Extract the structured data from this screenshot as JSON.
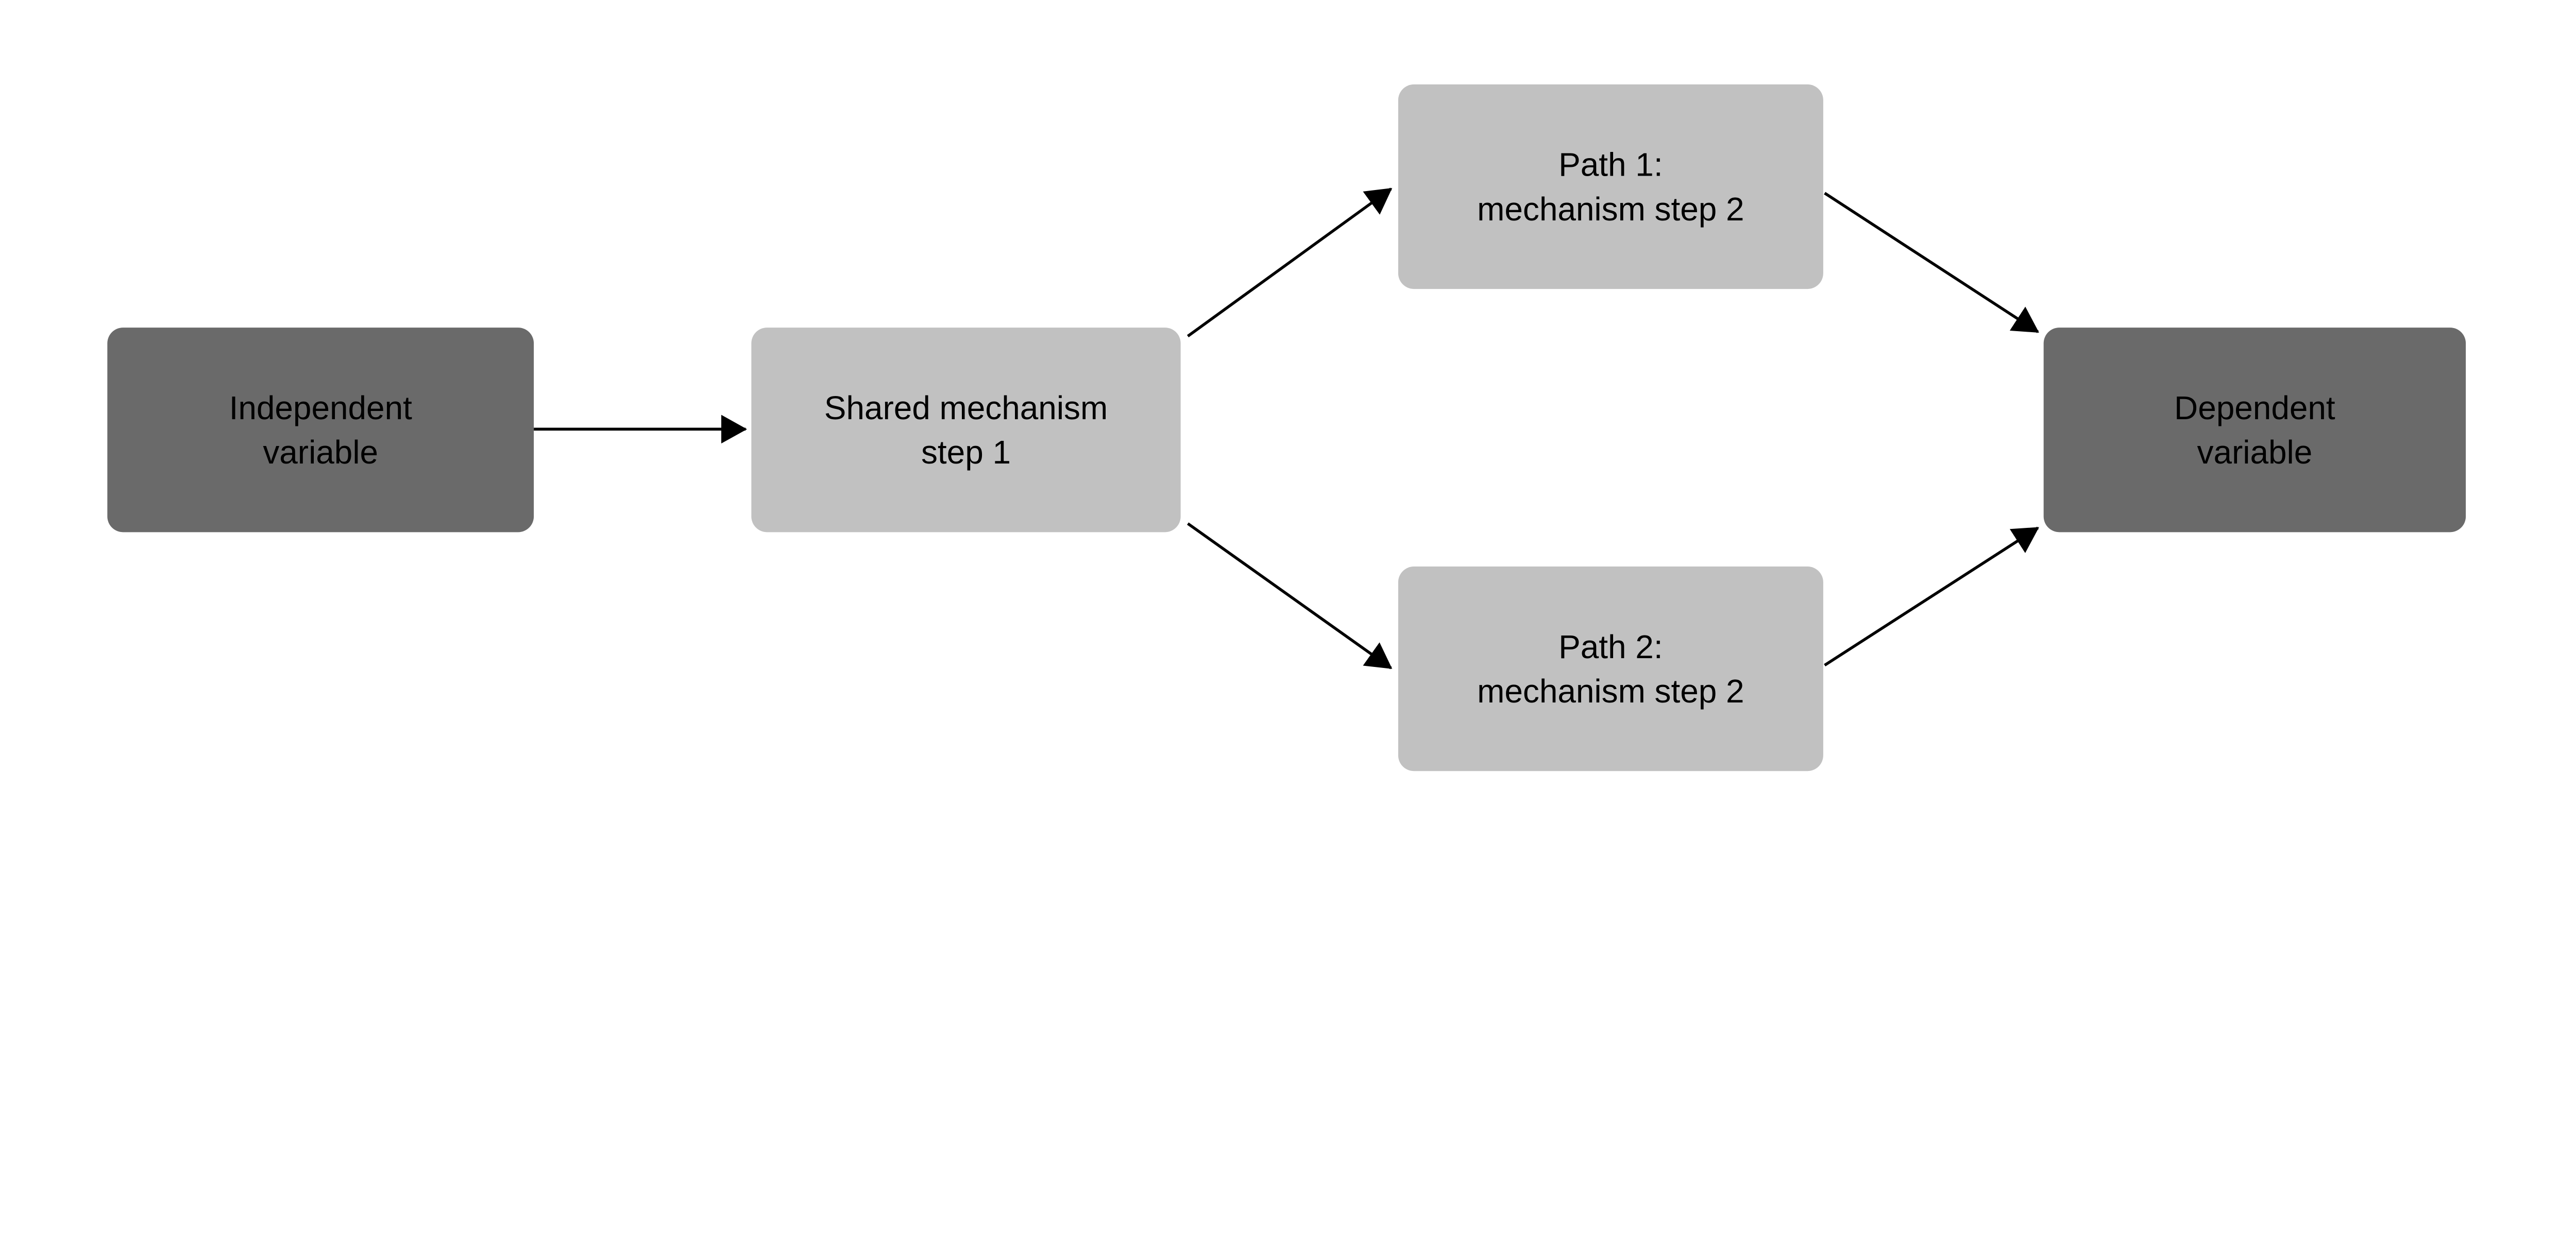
{
  "diagram": {
    "background": "#ffffff",
    "text_color": "#000000",
    "arrow_color": "#000000",
    "node_colors": {
      "dark": "#6a6a6a",
      "light": "#c1c1c1"
    },
    "nodes": [
      {
        "id": "independent-variable",
        "label": "Independent\nvariable",
        "shade": "dark",
        "fill": "#6a6a6a"
      },
      {
        "id": "shared-mechanism-step-1",
        "label": "Shared mechanism\nstep 1",
        "shade": "light",
        "fill": "#c1c1c1"
      },
      {
        "id": "path-1-mechanism-step-2",
        "label": "Path 1:\nmechanism step 2",
        "shade": "light",
        "fill": "#c1c1c1"
      },
      {
        "id": "path-2-mechanism-step-2",
        "label": "Path 2:\nmechanism step 2",
        "shade": "light",
        "fill": "#c1c1c1"
      },
      {
        "id": "dependent-variable",
        "label": "Dependent\nvariable",
        "shade": "dark",
        "fill": "#6a6a6a"
      }
    ],
    "edges": [
      {
        "from": "independent-variable",
        "to": "shared-mechanism-step-1"
      },
      {
        "from": "shared-mechanism-step-1",
        "to": "path-1-mechanism-step-2"
      },
      {
        "from": "shared-mechanism-step-1",
        "to": "path-2-mechanism-step-2"
      },
      {
        "from": "path-1-mechanism-step-2",
        "to": "dependent-variable"
      },
      {
        "from": "path-2-mechanism-step-2",
        "to": "dependent-variable"
      }
    ]
  }
}
